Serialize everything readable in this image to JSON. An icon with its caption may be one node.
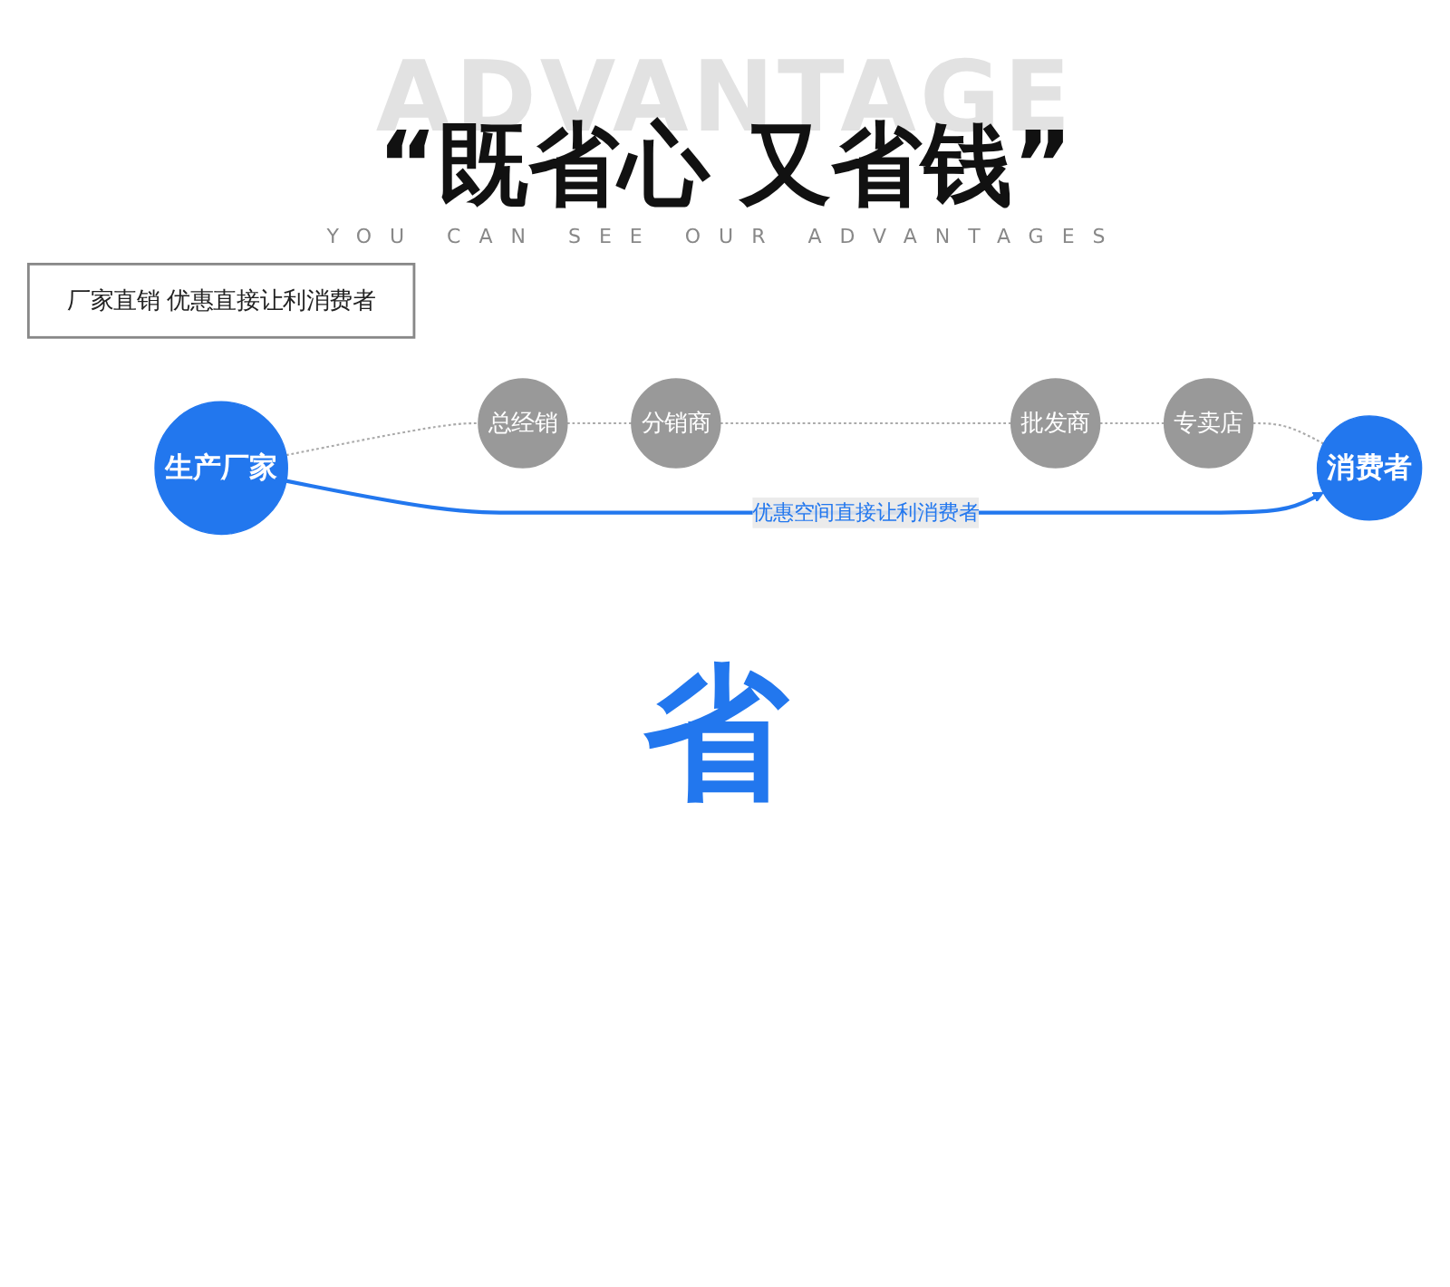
{
  "diagram": {
    "title": "“既省心 又省钱”",
    "nodes": [
      {
        "text": [
          "厂家直销 优惠直接让利消费者"
        ]
      },
      {
        "text": [
          "总经销"
        ]
      },
      {
        "text": [
          "分销商"
        ]
      },
      {
        "text": [
          "批发商"
        ]
      },
      {
        "text": [
          "专卖店"
        ]
      },
      {
        "text": [
          "生产厂家"
        ]
      },
      {
        "text": [
          "消费者"
        ]
      }
    ],
    "edges": [
      {
        "from": 5,
        "to": 1,
        "arrow": "none",
        "style": "dashed"
      },
      {
        "from": 1,
        "to": 2,
        "arrow": "none",
        "style": "dashed"
      },
      {
        "from": 2,
        "to": 3,
        "arrow": "none",
        "style": "dashed"
      },
      {
        "from": 3,
        "to": 4,
        "arrow": "none",
        "style": "dashed"
      },
      {
        "from": 4,
        "to": 6,
        "arrow": "none",
        "style": "dashed"
      },
      {
        "from": 5,
        "to": 6,
        "arrow": "to",
        "label": "优惠空间直接让利消费者",
        "color": "#2277ee"
      }
    ],
    "labels": [
      "ADVANTAGE",
      "YOU CAN SEE OUR ADVANTAGES",
      "省"
    ]
  }
}
